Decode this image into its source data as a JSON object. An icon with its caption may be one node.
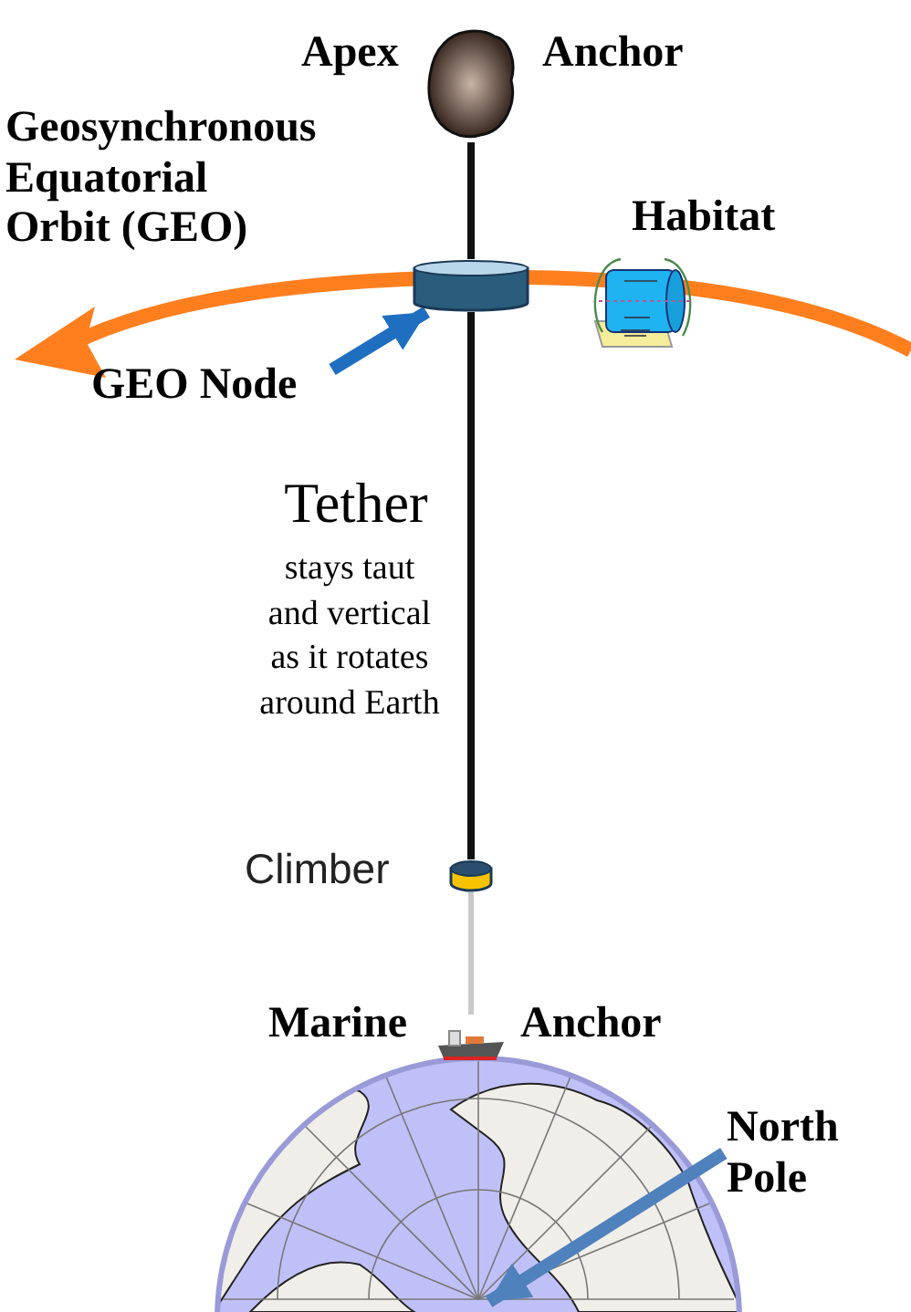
{
  "diagram": {
    "nodes": [
      {
        "text": [],
        "shape": "picture",
        "beside": [
          "Apex",
          "Anchor"
        ]
      },
      {
        "text": [
          "GEO Node"
        ]
      },
      {
        "text": [],
        "shape": "cylinder"
      },
      {
        "text": [],
        "shape": "picture",
        "beside": [
          "Habitat"
        ]
      },
      {
        "text": [],
        "shape": "cylinder",
        "beside": [
          "Climber"
        ]
      },
      {
        "text": [],
        "shape": "picture",
        "beside": [
          "Marine",
          "Anchor"
        ]
      },
      {
        "text": [
          "North Pole"
        ]
      },
      {
        "text": [],
        "shape": "picture"
      }
    ],
    "edges": [
      {
        "from": 0,
        "to": 2,
        "arrow": "none"
      },
      {
        "from": 1,
        "to": 2,
        "arrow": "to",
        "color": "#1f6fc0"
      },
      {
        "from": 2,
        "to": 4,
        "arrow": "none"
      },
      {
        "from": 4,
        "to": 5,
        "arrow": "none",
        "color": "#c8c8c8"
      },
      {
        "from": 6,
        "to": 7,
        "arrow": "to",
        "color": "#4f81bd"
      }
    ],
    "labels": [
      "Geosynchronous Equatorial Orbit (GEO)",
      "Tether",
      "stays taut and vertical as it rotates around Earth"
    ]
  }
}
